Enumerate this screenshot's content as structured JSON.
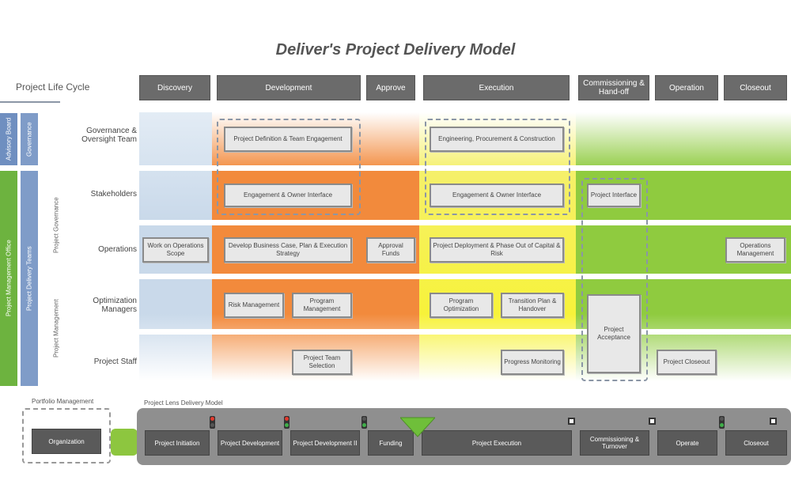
{
  "title": "Deliver's Project Delivery Model",
  "plc_label": "Project Life Cycle",
  "phases": [
    "Discovery",
    "Development",
    "Approve",
    "Execution",
    "Commissioning & Hand-off",
    "Operation",
    "Closeout"
  ],
  "vertical_labels": {
    "group_a": "Advisory Board",
    "group_b": "Project Management Office",
    "sub_a": "Governance",
    "sub_b": "Project Delivery Teams",
    "lane_group_1": "Project Governance",
    "lane_group_2": "Project Management"
  },
  "lanes": [
    "Governance & Oversight Team",
    "Stakeholders",
    "Operations",
    "Optimization Managers",
    "Project Staff"
  ],
  "boxes": {
    "b1": "Project Definition & Team Engagement",
    "b2": "Engineering, Procurement & Construction",
    "b3": "Engagement & Owner Interface",
    "b4": "Engagement & Owner Interface",
    "b5": "Project Interface",
    "b6": "Work on Operations Scope",
    "b7": "Develop Business Case, Plan & Execution Strategy",
    "b8": "Approval Funds",
    "b9": "Project Deployment & Phase Out of Capital & Risk",
    "b10": "Operations Management",
    "b11": "Risk Management",
    "b12": "Program Management",
    "b13": "Program Optimization",
    "b14": "Transition Plan & Handover",
    "b15": "Project Team Selection",
    "b16": "Progress Monitoring",
    "b17": "Project Acceptance",
    "b18": "Project Closeout"
  },
  "bottom": {
    "caption_left": "Portfolio Management",
    "caption_main": "Project Lens Delivery Model",
    "left_box": "Organization",
    "steps": [
      "Project Initiation",
      "Project Development",
      "Project Development II",
      "Funding",
      "Project Execution",
      "Commissioning & Turnover",
      "Operate",
      "Closeout"
    ]
  },
  "colors": {
    "phase_bg": "#6b6b6b",
    "blue_band": "#c9d9ea",
    "orange_band": "#f28a3c",
    "yellow_band": "#f7f23a",
    "green_band": "#8fcb3f",
    "vbar_green": "#6db33f",
    "vbar_blue": "#6f8fc0"
  }
}
